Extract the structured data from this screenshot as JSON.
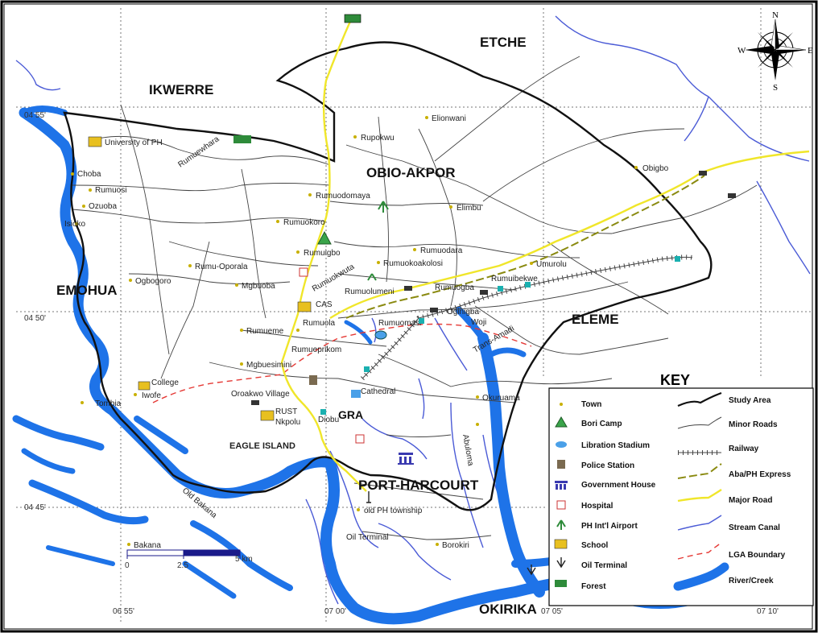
{
  "regions": {
    "etche": "ETCHE",
    "ikwerre": "IKWERRE",
    "obio_akpor": "OBIO-AKPOR",
    "emohua": "EMOHUA",
    "eleme": "ELEME",
    "port_harcourt": "PORT-HARCOURT",
    "okirika": "OKIRIKA",
    "gra": "GRA",
    "eagle_island": "EAGLE ISLAND"
  },
  "places": {
    "university": "University of PH",
    "choba": "Choba",
    "rumuosi": "Rumuosi",
    "ozuoba": "Ozuoba",
    "isiokpo": "Isioko",
    "rumuewhara": "Rumuewhara",
    "elionwani": "Elionwani",
    "rupokwu": "Rupokwu",
    "obigbo": "Obigbo",
    "rumuodomaya": "Rumuodomaya",
    "elimbu": "Elimbu",
    "rumuokoro": "Rumuokoro",
    "rumuodara": "Rumuodara",
    "rumuigbo": "Rumuigbo",
    "rumuokwuta": "Rumuokwuta",
    "rumuoparali": "Rumu-Oporala",
    "ogbogoro": "Ogbogoro",
    "mgbuoba": "Mgbuoba",
    "rumuokoakoloki": "Rumuokoakolosi",
    "rumuolumeni": "Rumuolumeni",
    "rumuogba": "Rumuogba",
    "rumuibekwe": "Rumuibekwe",
    "umurolu": "Umurolu",
    "cas": "CAS",
    "rumuola": "Rumuola",
    "rumuomasi": "Rumuomasi",
    "oginigba": "Oginigba",
    "woji": "Woji",
    "rumueme": "Rumueme",
    "rumueprikom": "Rumueprikom",
    "mgbuesimini": "Mgbuesimini",
    "trans_amadi": "Trans-Amadi",
    "college": "College",
    "iwofe": "Iwofe",
    "tombia": "Tombia",
    "okuruama": "Okuruama",
    "cathedral": "Cathedral",
    "diobu": "Diobu",
    "rust": "RUST",
    "nkpolu": "Nkpolu",
    "oroakwo": "Oroakwo Village",
    "abuloma": "Abuloma",
    "old_ph": "old PH township",
    "oil_terminal": "Oil Terminal",
    "borokiri": "Borokiri",
    "bakana": "Bakana",
    "old_bakana": "Old Bakana"
  },
  "coords": {
    "lat1": "04 55'",
    "lat2": "04 50'",
    "lat3": "04 45'",
    "lon1": "06 55'",
    "lon2": "07 00'",
    "lon3": "07 05'",
    "lon4": "07 10'"
  },
  "compass": {
    "n": "N",
    "s": "S",
    "e": "E",
    "w": "W"
  },
  "scale": {
    "t0": "0",
    "t1": "2.5",
    "t2": "5 km"
  },
  "key": {
    "title": "KEY",
    "left": [
      {
        "label": "Town",
        "icon": "town-dot-icon"
      },
      {
        "label": "Bori Camp",
        "icon": "bori-camp-icon"
      },
      {
        "label": "Libration Stadium",
        "icon": "stadium-icon"
      },
      {
        "label": "Police Station",
        "icon": "police-station-icon"
      },
      {
        "label": "Government House",
        "icon": "government-house-icon"
      },
      {
        "label": "Hospital",
        "icon": "hospital-icon"
      },
      {
        "label": "PH Int'l Airport",
        "icon": "airport-icon"
      },
      {
        "label": "School",
        "icon": "school-icon"
      },
      {
        "label": "Oil Terminal",
        "icon": "oil-terminal-icon"
      },
      {
        "label": "Forest",
        "icon": "forest-icon"
      }
    ],
    "right": [
      {
        "label": "Study Area",
        "icon": "study-area-line-icon"
      },
      {
        "label": "Minor Roads",
        "icon": "minor-road-line-icon"
      },
      {
        "label": "Railway",
        "icon": "railway-line-icon"
      },
      {
        "label": "Aba/PH Express",
        "icon": "expressway-line-icon"
      },
      {
        "label": "Major Road",
        "icon": "major-road-line-icon"
      },
      {
        "label": "Stream Canal",
        "icon": "stream-line-icon"
      },
      {
        "label": "LGA Boundary",
        "icon": "lga-boundary-line-icon"
      },
      {
        "label": "River/Creek",
        "icon": "river-creek-icon"
      }
    ]
  },
  "colors": {
    "river": "#1e73e8",
    "stream": "#4b5bd6",
    "major_road": "#f0e62a",
    "expressway": "#8a8a10",
    "study_area": "#111111",
    "lga_boundary": "#e53935",
    "school": "#e8c020",
    "forest": "#2e8b3a"
  }
}
